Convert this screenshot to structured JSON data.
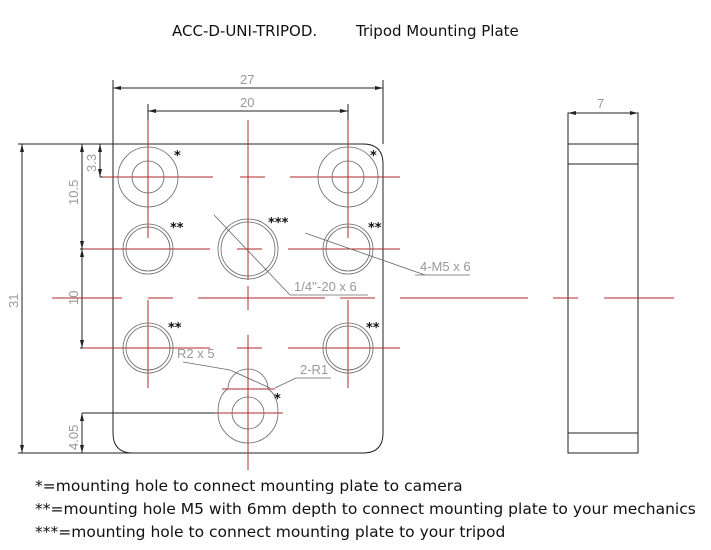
{
  "header": {
    "part_code": "ACC-D-UNI-TRIPOD.",
    "part_name": "Tripod Mounting Plate"
  },
  "dimensions": {
    "width": "27",
    "hole_spacing": "20",
    "height": "31",
    "top_offset": "3.3",
    "row1": "10.5",
    "row2": "10",
    "bottom_offset": "4.05",
    "thickness": "7"
  },
  "callouts": {
    "tripod_thread": "1/4''-20 x 6",
    "m5": "4-M5 x 6",
    "r2": "R2 x 5",
    "r1": "2-R1"
  },
  "markers": {
    "single": "*",
    "double": "**",
    "triple": "***"
  },
  "legend": [
    "*=mounting hole to connect mounting plate to camera",
    "**=mounting hole M5 with 6mm depth to connect mounting plate to your mechanics",
    "***=mounting hole to connect mounting plate to your tripod"
  ]
}
